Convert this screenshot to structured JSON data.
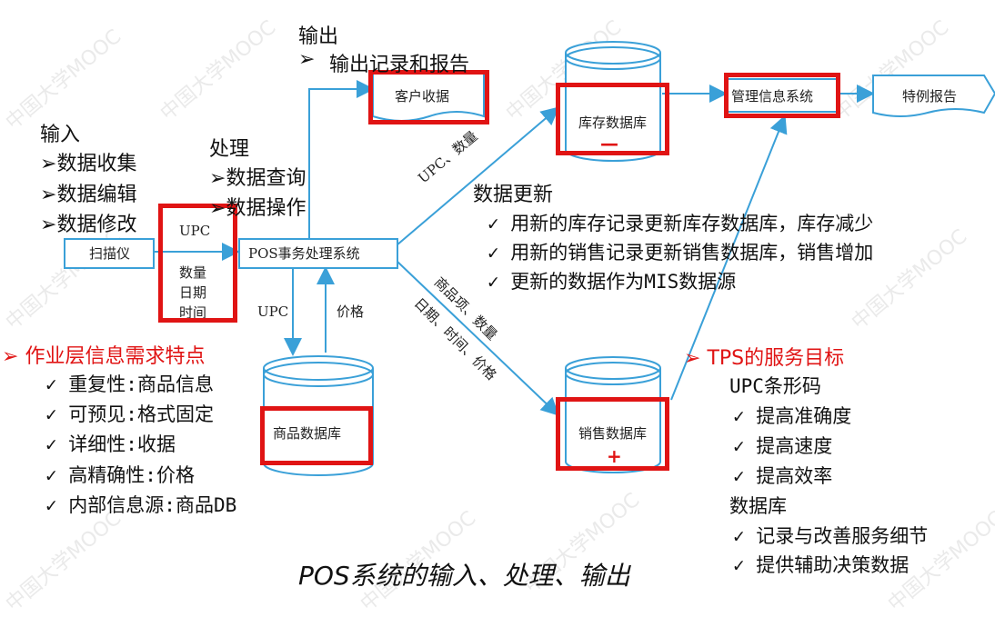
{
  "watermark": "中国大学MOOC",
  "output": {
    "heading": "输出",
    "item": "输出记录和报告"
  },
  "input": {
    "heading": "输入",
    "items": [
      "数据收集",
      "数据编辑",
      "数据修改"
    ]
  },
  "processing": {
    "heading": "处理",
    "items": [
      "数据查询",
      "数据操作"
    ]
  },
  "nodes": {
    "scanner": "扫描仪",
    "pos_system": "POS事务处理系统",
    "customer_receipt": "客户收据",
    "inventory_db": "库存数据库",
    "mis": "管理信息系统",
    "exception_report": "特例报告",
    "product_db": "商品数据库",
    "sales_db": "销售数据库"
  },
  "flow_labels": {
    "upc_top": "UPC",
    "qty_date_time": [
      "数量",
      "日期",
      "时间"
    ],
    "upc_down": "UPC",
    "price_up": "价格",
    "upc_qty": "UPC、数量",
    "item_qty": "商品项、数量",
    "date_time_price": "日期、时间、价格"
  },
  "markers": {
    "inventory_minus": "—",
    "sales_plus": "+"
  },
  "data_update": {
    "heading": "数据更新",
    "items": [
      "用新的库存记录更新库存数据库，库存减少",
      "用新的销售记录更新销售数据库，销售增加",
      "更新的数据作为MIS数据源"
    ]
  },
  "ops_layer": {
    "heading": "作业层信息需求特点",
    "items": [
      "重复性:商品信息",
      "可预见:格式固定",
      "详细性:收据",
      "高精确性:价格",
      "内部信息源:商品DB"
    ]
  },
  "tps_goals": {
    "heading": "TPS的服务目标",
    "upc_label": "UPC条形码",
    "upc_items": [
      "提高准确度",
      "提高速度",
      "提高效率"
    ],
    "db_label": "数据库",
    "db_items": [
      "记录与改善服务细节",
      "提供辅助决策数据"
    ]
  },
  "caption": "POS系统的输入、处理、输出",
  "colors": {
    "flow": "#3aa0d8",
    "highlight": "#e01414"
  }
}
